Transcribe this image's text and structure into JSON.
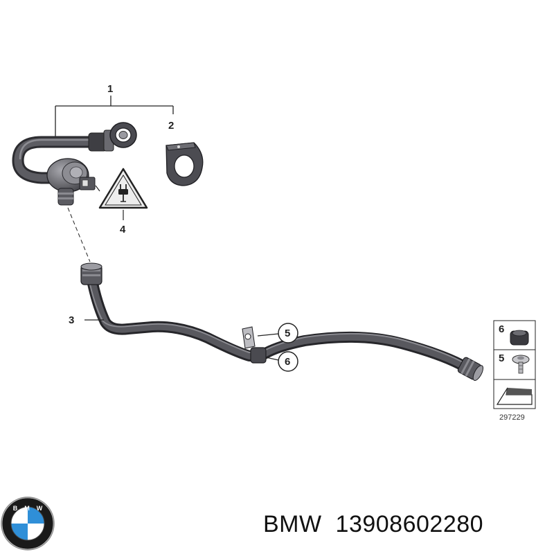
{
  "callouts": {
    "c1": "1",
    "c2": "2",
    "c3": "3",
    "c4": "4",
    "c5": "5",
    "c6": "6"
  },
  "legend": {
    "item_6": "6",
    "item_5": "5",
    "diagram_number": "297229"
  },
  "logo": {
    "text": "BMW",
    "colors": {
      "blue": "#2f8fd8",
      "white": "#ffffff",
      "ring": "#1a1a1a"
    }
  },
  "caption": {
    "brand": "BMW",
    "part_number": "13908602280"
  },
  "colors": {
    "hose": "#4d4d52",
    "hose_highlight": "#7c7c82",
    "line": "#222222",
    "warning_fill": "#ededed"
  },
  "icons": {
    "warning": "electrical-warning-icon",
    "arrow": "direction-arrow-icon"
  }
}
